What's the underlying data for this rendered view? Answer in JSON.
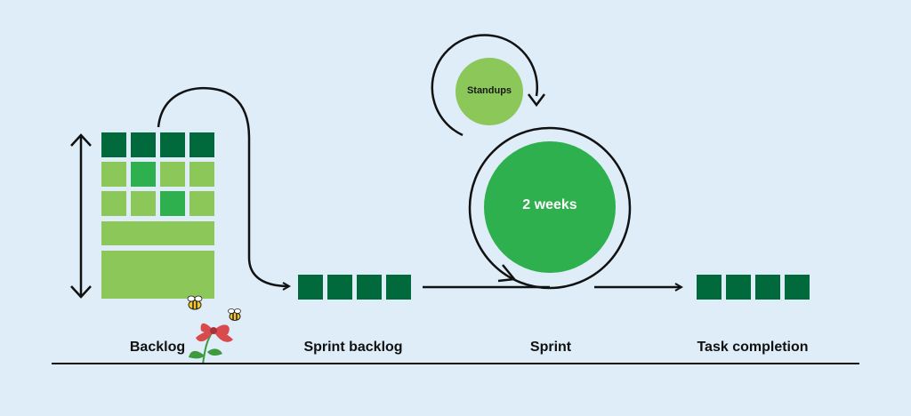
{
  "stages": {
    "backlog": "Backlog",
    "sprint_backlog": "Sprint backlog",
    "sprint": "Sprint",
    "task_completion": "Task completion"
  },
  "circles": {
    "standups": "Standups",
    "sprint_duration": "2 weeks"
  },
  "colors": {
    "background": "#deedf8",
    "dark_green": "#006a3c",
    "mid_green": "#2db04d",
    "light_green": "#8cc75a",
    "line": "#111111",
    "flower": "#d94a4e",
    "bee": "#f4c72b"
  }
}
